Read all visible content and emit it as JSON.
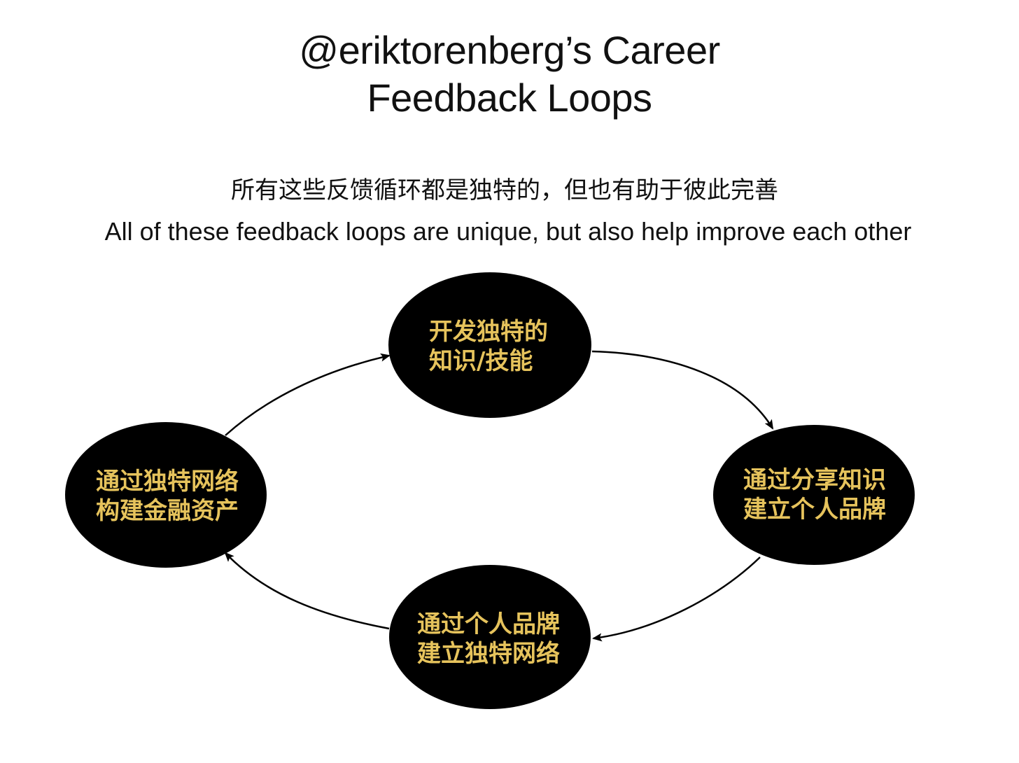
{
  "title": {
    "line1": "@eriktorenberg’s Career",
    "line2": "Feedback Loops"
  },
  "subtitle": {
    "zh": "所有这些反馈循环都是独特的，但也有助于彼此完善",
    "en": "All of these feedback loops are unique, but also help improve each other"
  },
  "colors": {
    "node_fill": "#000000",
    "node_text": "#e6c35c",
    "arrow": "#000000",
    "background": "#ffffff"
  },
  "nodes": [
    {
      "id": "top",
      "lines": [
        "开发独特的",
        "知识/技能"
      ]
    },
    {
      "id": "right",
      "lines": [
        "通过分享知识",
        "建立个人品牌"
      ]
    },
    {
      "id": "bottom",
      "lines": [
        "通过个人品牌",
        "建立独特网络"
      ]
    },
    {
      "id": "left",
      "lines": [
        "通过独特网络",
        "构建金融资产"
      ]
    }
  ],
  "edges": [
    {
      "from": "top",
      "to": "right"
    },
    {
      "from": "right",
      "to": "bottom"
    },
    {
      "from": "bottom",
      "to": "left"
    },
    {
      "from": "left",
      "to": "top"
    }
  ]
}
